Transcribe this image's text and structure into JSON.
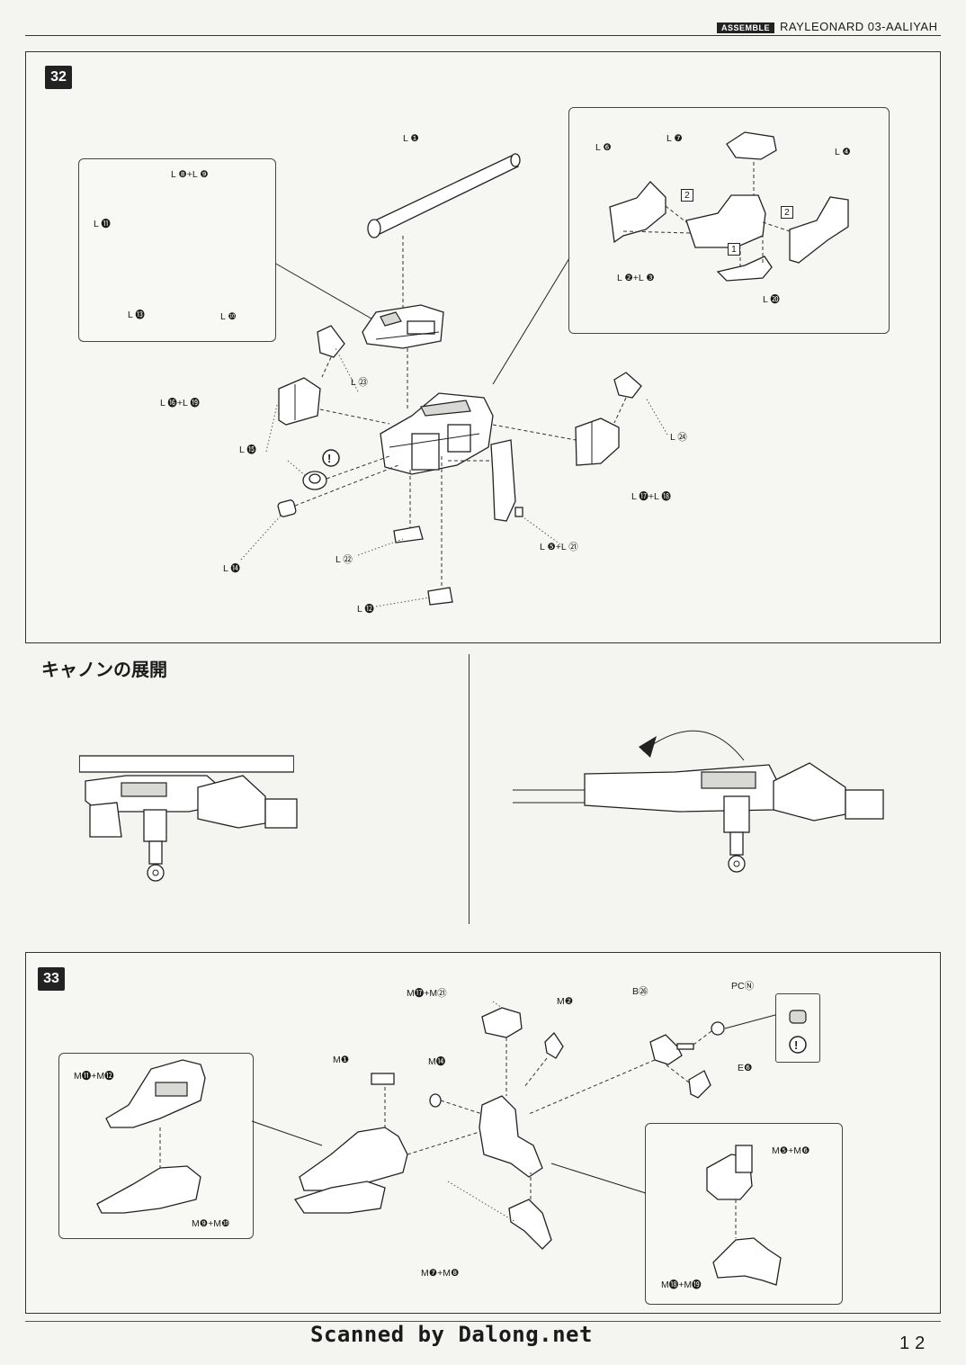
{
  "header": {
    "tag": "ASSEMBLE",
    "title": "RAYLEONARD 03-AALIYAH"
  },
  "step32": {
    "number": "32",
    "labels": {
      "l1": "L ❶",
      "l8l9": "L ❽+L ❾",
      "l11": "L ⓫",
      "l13": "L ⓭",
      "l10": "L ❿",
      "l6": "L ❻",
      "l7": "L ❼",
      "l4": "L ❹",
      "l2l3": "L ❷+L ❸",
      "l20": "L ⓴",
      "l23": "L ㉓",
      "l16l19": "L ⓰+L ⓳",
      "l15": "L ⓯",
      "l24": "L ㉔",
      "l17l18": "L ⓱+L ⓲",
      "l14": "L ⓮",
      "l22": "L ㉒",
      "l5l21": "L ❺+L ㉑",
      "l12": "L ⓬",
      "order1": "1",
      "order2a": "2",
      "order2b": "2"
    }
  },
  "cannon": {
    "title": "キャノンの展開"
  },
  "step33": {
    "number": "33",
    "labels": {
      "m17m21": "M⓱+M㉑",
      "m2": "M❷",
      "b26": "B㉖",
      "pcn": "PCⓃ",
      "m1": "M❶",
      "m14": "M⓮",
      "e6": "E❻",
      "m11m12": "M⓫+M⓬",
      "m9m10": "M❾+M❿",
      "m5m6": "M❺+M❻",
      "m7m8": "M❼+M❽",
      "m18m19": "M⓲+M⓳"
    }
  },
  "footer": {
    "credit": "Scanned by Dalong.net",
    "page": "12"
  }
}
